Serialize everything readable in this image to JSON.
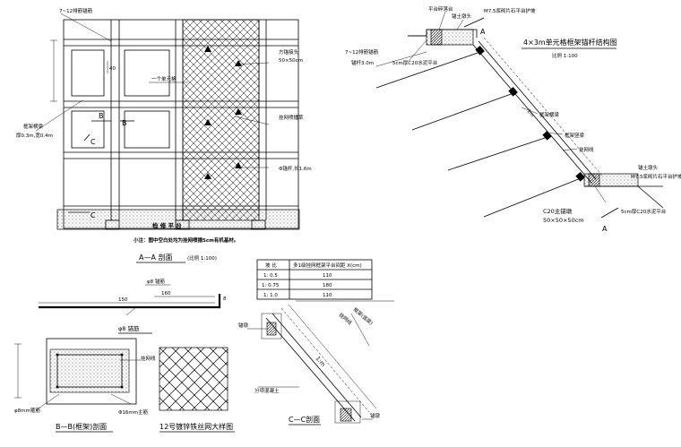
{
  "main_plan": {
    "label_top": "7~12排筋锚筋",
    "label_40": "40",
    "label_unit": "一个单元格",
    "label_frame": "框架横梁",
    "label_frame_size": "厚0.3m,宽0.4m",
    "label_anchor_head": "方锚接头",
    "label_anchor_size": "50×50cm",
    "label_net": "挂网喷播草",
    "label_anchor_rod": "Φ锚杆,长1.6m",
    "label_b": "B",
    "label_c": "C",
    "label_platform": "检 修 平 台",
    "note": "小注：图中空白处均为挂网喷播5cm有机基材。"
  },
  "aa_section": {
    "title": "A—A 剖面",
    "scale": "(比例 1:100)",
    "rebar_label": "φ8 锚筋",
    "dim_150": "150",
    "dim_160": "160",
    "dim_8": "8",
    "rebar_name": "φ8 锚筋"
  },
  "slope_table": {
    "headers": [
      "坡 比",
      "多1级挂网框架平台间距 X(cm)"
    ],
    "rows": [
      [
        "1: 0.5",
        "110"
      ],
      [
        "1: 0.75",
        "180"
      ],
      [
        "1: 1.0",
        "110"
      ]
    ]
  },
  "elevation": {
    "title": "4×3m单元格框架锚杆结构图",
    "scale": "比例 1:100",
    "label_top_platform": "平台碎落台",
    "label_anchor_head": "锚土墩头",
    "label_m75": "M7.5浆砌片石平台护坡",
    "label_anchor_a": "A",
    "label_7_12": "7~12排筋锚筋",
    "label_anchor_len": "锚杆3.0m",
    "label_c20_top": "5cm厚C20水泥平台",
    "label_1m": "1m",
    "label_frame_beam": "框架横梁",
    "label_frame_col": "框架竖梁",
    "label_net": "挂网线",
    "label_anchor_head2": "锚土墩头",
    "label_m75_b": "M7.5浆砌片石平台护坡",
    "label_c20_main": "C20主锚墩",
    "label_c20_size": "50×50×50cm",
    "label_c20_bottom": "5cm厚C20水泥平台",
    "label_anchor_a2": "A"
  },
  "bb_section": {
    "title": "B—B(框架)剖面",
    "label_net": "挂网线",
    "label_rebar": "φ8mm箍筋",
    "label_16": "Φ16mm主筋"
  },
  "mesh_detail": {
    "title": "12号镀锌铁丝网大样图"
  },
  "cc_section": {
    "title": "C—C剖面",
    "label_top": "锚墩",
    "label_slope": "1:m",
    "label_frame": "框架(竖梁)",
    "label_mid": "分项混凝土",
    "label_mid2": "挂网线",
    "label_bottom": "锚墩"
  },
  "colors": {
    "ink": "#000000",
    "paper": "#ffffff"
  }
}
